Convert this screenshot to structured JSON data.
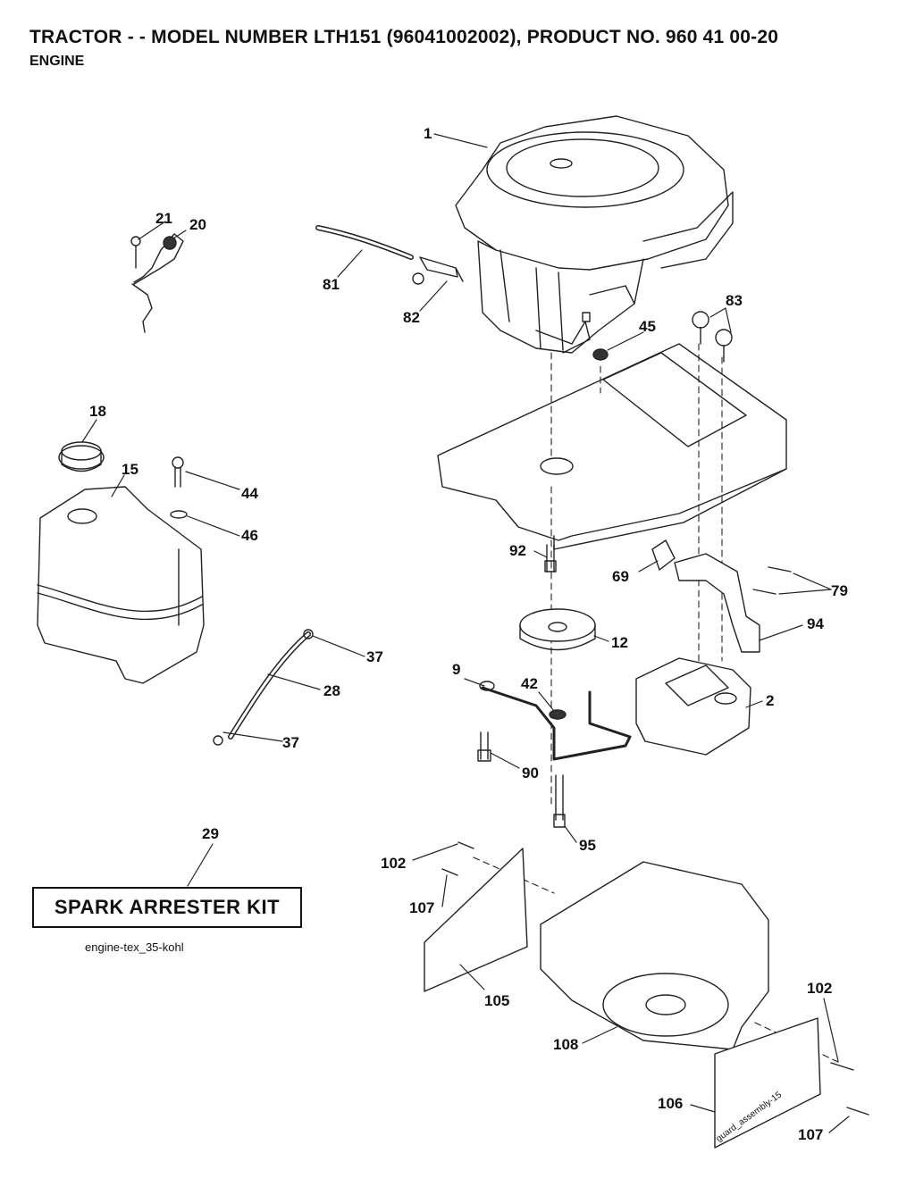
{
  "header": {
    "title": "TRACTOR - - MODEL NUMBER LTH151 (96041002002), PRODUCT NO. 960 41 00-20",
    "subtitle": "ENGINE"
  },
  "callouts": {
    "c1": "1",
    "c21": "21",
    "c20": "20",
    "c81": "81",
    "c82": "82",
    "c83": "83",
    "c45": "45",
    "c18": "18",
    "c15": "15",
    "c44": "44",
    "c46": "46",
    "c92": "92",
    "c69": "69",
    "c79": "79",
    "c94": "94",
    "c12": "12",
    "c9": "9",
    "c42": "42",
    "c2": "2",
    "c37a": "37",
    "c28": "28",
    "c37b": "37",
    "c90": "90",
    "c95": "95",
    "c29": "29",
    "c102a": "102",
    "c107a": "107",
    "c105": "105",
    "c108": "108",
    "c102b": "102",
    "c106": "106",
    "c107b": "107"
  },
  "kit": {
    "label": "SPARK ARRESTER KIT"
  },
  "footer": {
    "file_label": "engine-tex_35-kohl",
    "stamp_label": "guard_assembly-15"
  }
}
